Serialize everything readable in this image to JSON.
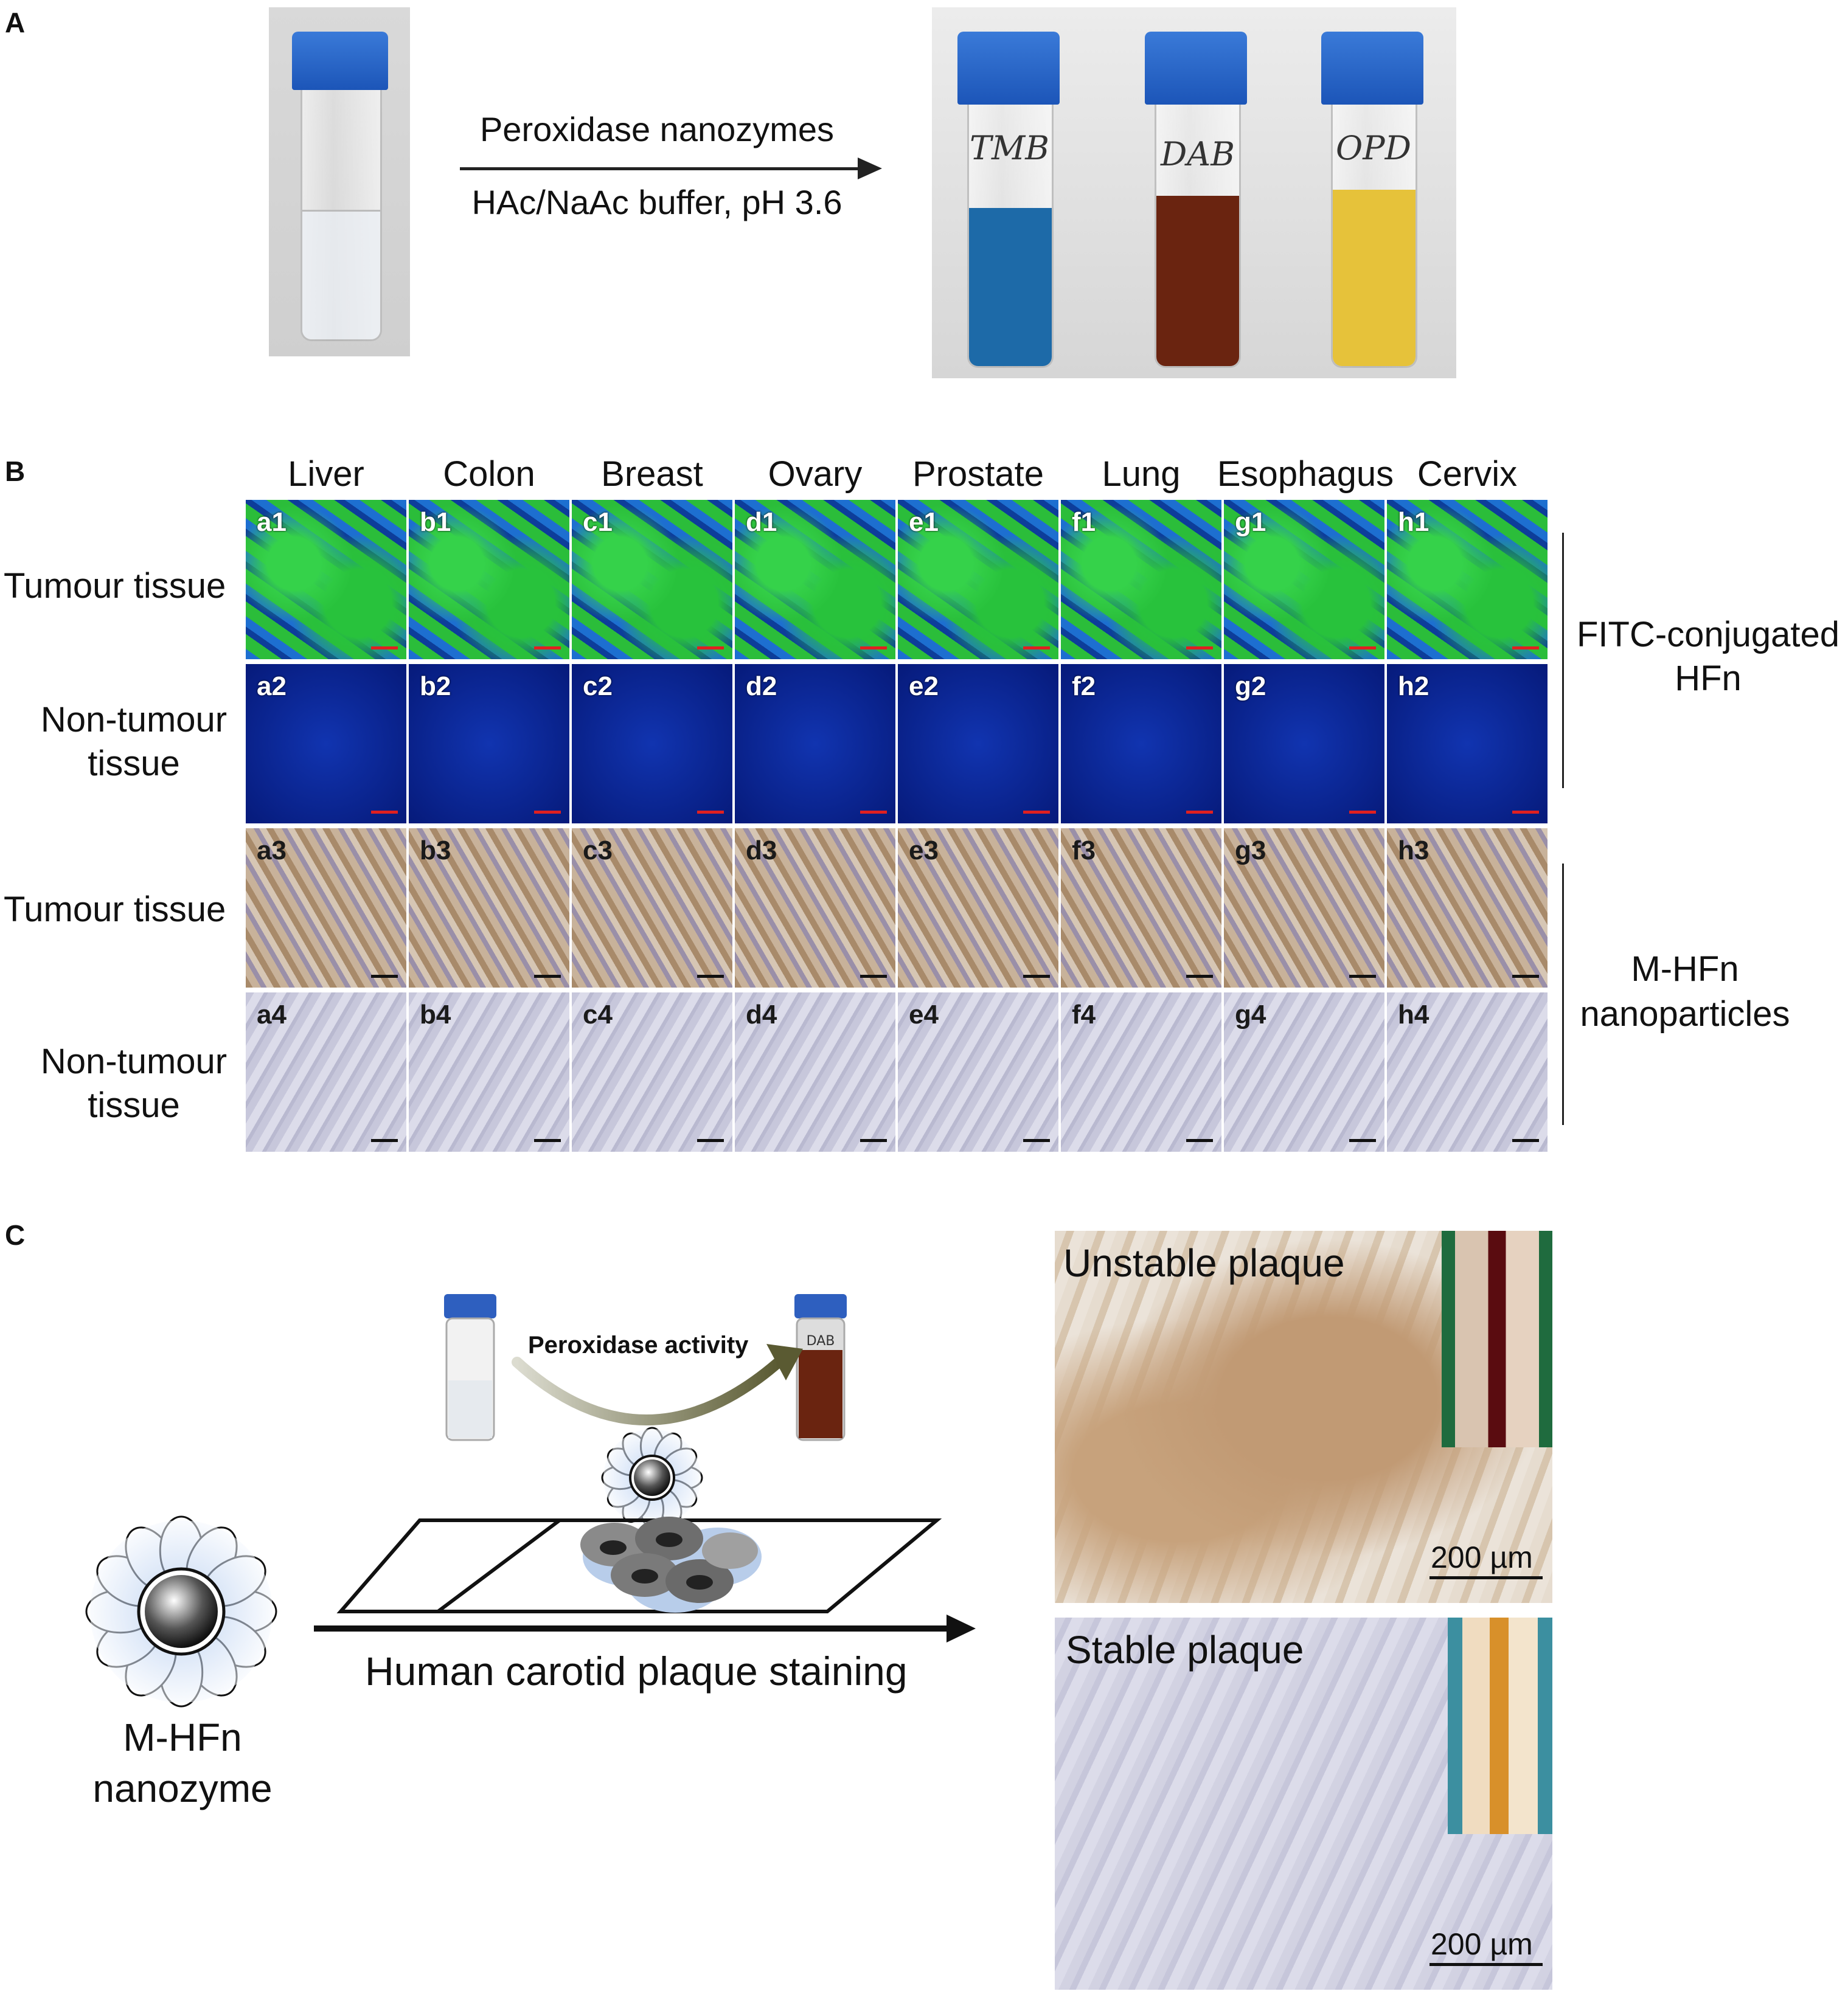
{
  "panel_a": {
    "letter": "A",
    "arrow_top": "Peroxidase nanozymes",
    "arrow_bottom": "HAc/NaAc buffer, pH 3.6",
    "vial_labels": [
      "TMB",
      "DAB",
      "OPD"
    ],
    "liquid_colors": [
      "#1d6aa8",
      "#6a2410",
      "#e6c23a"
    ]
  },
  "panel_b": {
    "letter": "B",
    "columns": [
      "Liver",
      "Colon",
      "Breast",
      "Ovary",
      "Prostate",
      "Lung",
      "Esophagus",
      "Cervix"
    ],
    "row_labels": {
      "r1": "Tumour tissue",
      "r2a": "Non-tumour",
      "r2b": "tissue",
      "r3": "Tumour tissue",
      "r4a": "Non-tumour",
      "r4b": "tissue"
    },
    "side_labels": {
      "fitc_a": "FITC-conjugated",
      "fitc_b": "HFn",
      "mhfn_a": "M-HFn",
      "mhfn_b": "nanoparticles"
    },
    "tile_ids": [
      [
        "a1",
        "b1",
        "c1",
        "d1",
        "e1",
        "f1",
        "g1",
        "h1"
      ],
      [
        "a2",
        "b2",
        "c2",
        "d2",
        "e2",
        "f2",
        "g2",
        "h2"
      ],
      [
        "a3",
        "b3",
        "c3",
        "d3",
        "e3",
        "f3",
        "g3",
        "h3"
      ],
      [
        "a4",
        "b4",
        "c4",
        "d4",
        "e4",
        "f4",
        "g4",
        "h4"
      ]
    ]
  },
  "panel_c": {
    "letter": "C",
    "peroxidase_activity": "Peroxidase activity",
    "nanozyme_line1": "M-HFn",
    "nanozyme_line2": "nanozyme",
    "arrow_label": "Human carotid plaque staining",
    "unstable_title": "Unstable plaque",
    "stable_title": "Stable plaque",
    "scale_label": "200 µm",
    "small_vial_label": "DAB"
  }
}
